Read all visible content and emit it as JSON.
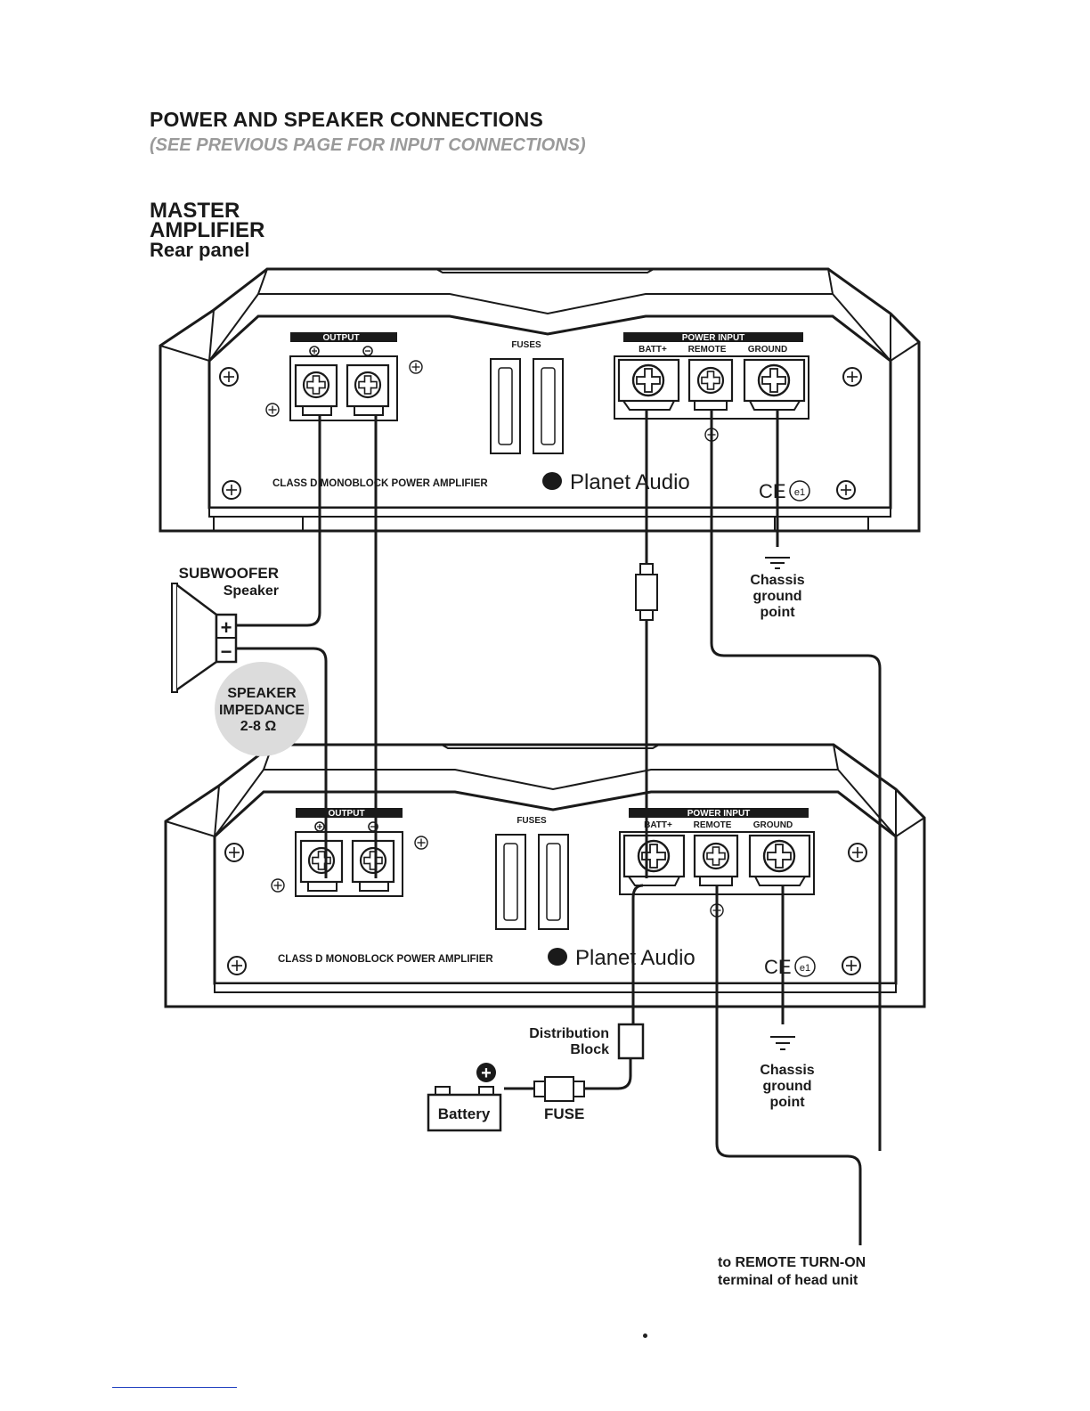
{
  "page": {
    "title": "POWER AND SPEAKER CONNECTIONS",
    "subtitle": "(SEE PREVIOUS PAGE FOR INPUT CONNECTIONS)"
  },
  "master_label": {
    "line1": "MASTER",
    "line2": "AMPLIFIER",
    "line3": "Rear panel"
  },
  "amplifier": {
    "output_label": "OUTPUT",
    "fuses_label": "FUSES",
    "power_input_label": "POWER INPUT",
    "batt_label": "BATT+",
    "remote_label": "REMOTE",
    "ground_label": "GROUND",
    "model_text": "CLASS D MONOBLOCK POWER AMPLIFIER",
    "brand": "Planet Audio",
    "ce_mark": "CE",
    "e_mark": "e1"
  },
  "speaker": {
    "title": "SUBWOOFER",
    "subtitle": "Speaker",
    "plus": "+",
    "minus": "−"
  },
  "impedance": {
    "line1": "SPEAKER",
    "line2": "IMPEDANCE",
    "line3": "2-8 Ω"
  },
  "chassis_ground": {
    "line1": "Chassis",
    "line2": "ground",
    "line3": "point"
  },
  "distribution": {
    "line1": "Distribution",
    "line2": "Block"
  },
  "battery": {
    "label": "Battery",
    "plus": "+"
  },
  "fuse_label": "FUSE",
  "remote_turn_on": {
    "line1": "to REMOTE TURN-ON",
    "line2": "terminal of head unit"
  },
  "colors": {
    "ink": "#1a1a1a",
    "subtitle_gray": "#9a9a9a",
    "impedance_fill": "#dcdcdc",
    "footer_rule": "#1f3fbf"
  }
}
